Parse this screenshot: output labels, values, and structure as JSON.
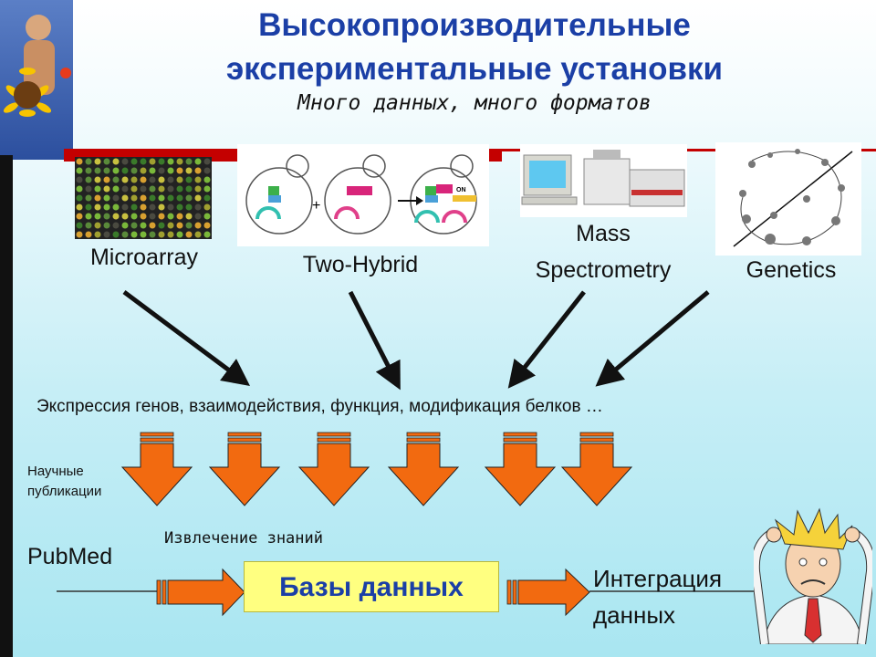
{
  "title": {
    "line1": "Высокопроизводительные",
    "line2": "экспериментальные установки",
    "subtitle": "Много данных, много форматов"
  },
  "techniques": [
    {
      "label": "Microarray",
      "icon": "microarray-image"
    },
    {
      "label": "Two-Hybrid",
      "icon": "two-hybrid-diagram"
    },
    {
      "label_line1": "Mass",
      "label_line2": "Spectrometry",
      "icon": "mass-spectrometer-image"
    },
    {
      "label": "Genetics",
      "icon": "genetics-cycle-diagram"
    }
  ],
  "two_hybrid_marks": {
    "plus": "+",
    "on": "ON"
  },
  "expression_text": "Экспрессия генов, взаимодействия, функция, модификация белков …",
  "publications": {
    "line1": "Научные",
    "line2": "публикации"
  },
  "knowledge_extraction": "Извлечение знаний",
  "pubmed": "PubMed",
  "database": "Базы данных",
  "integration": {
    "line1": "Интеграция",
    "line2": "данных"
  },
  "colors": {
    "title_blue": "#1b3fa6",
    "arrow_orange": "#f26a10",
    "db_yellow": "#ffff80",
    "accent_red": "#c40000"
  }
}
